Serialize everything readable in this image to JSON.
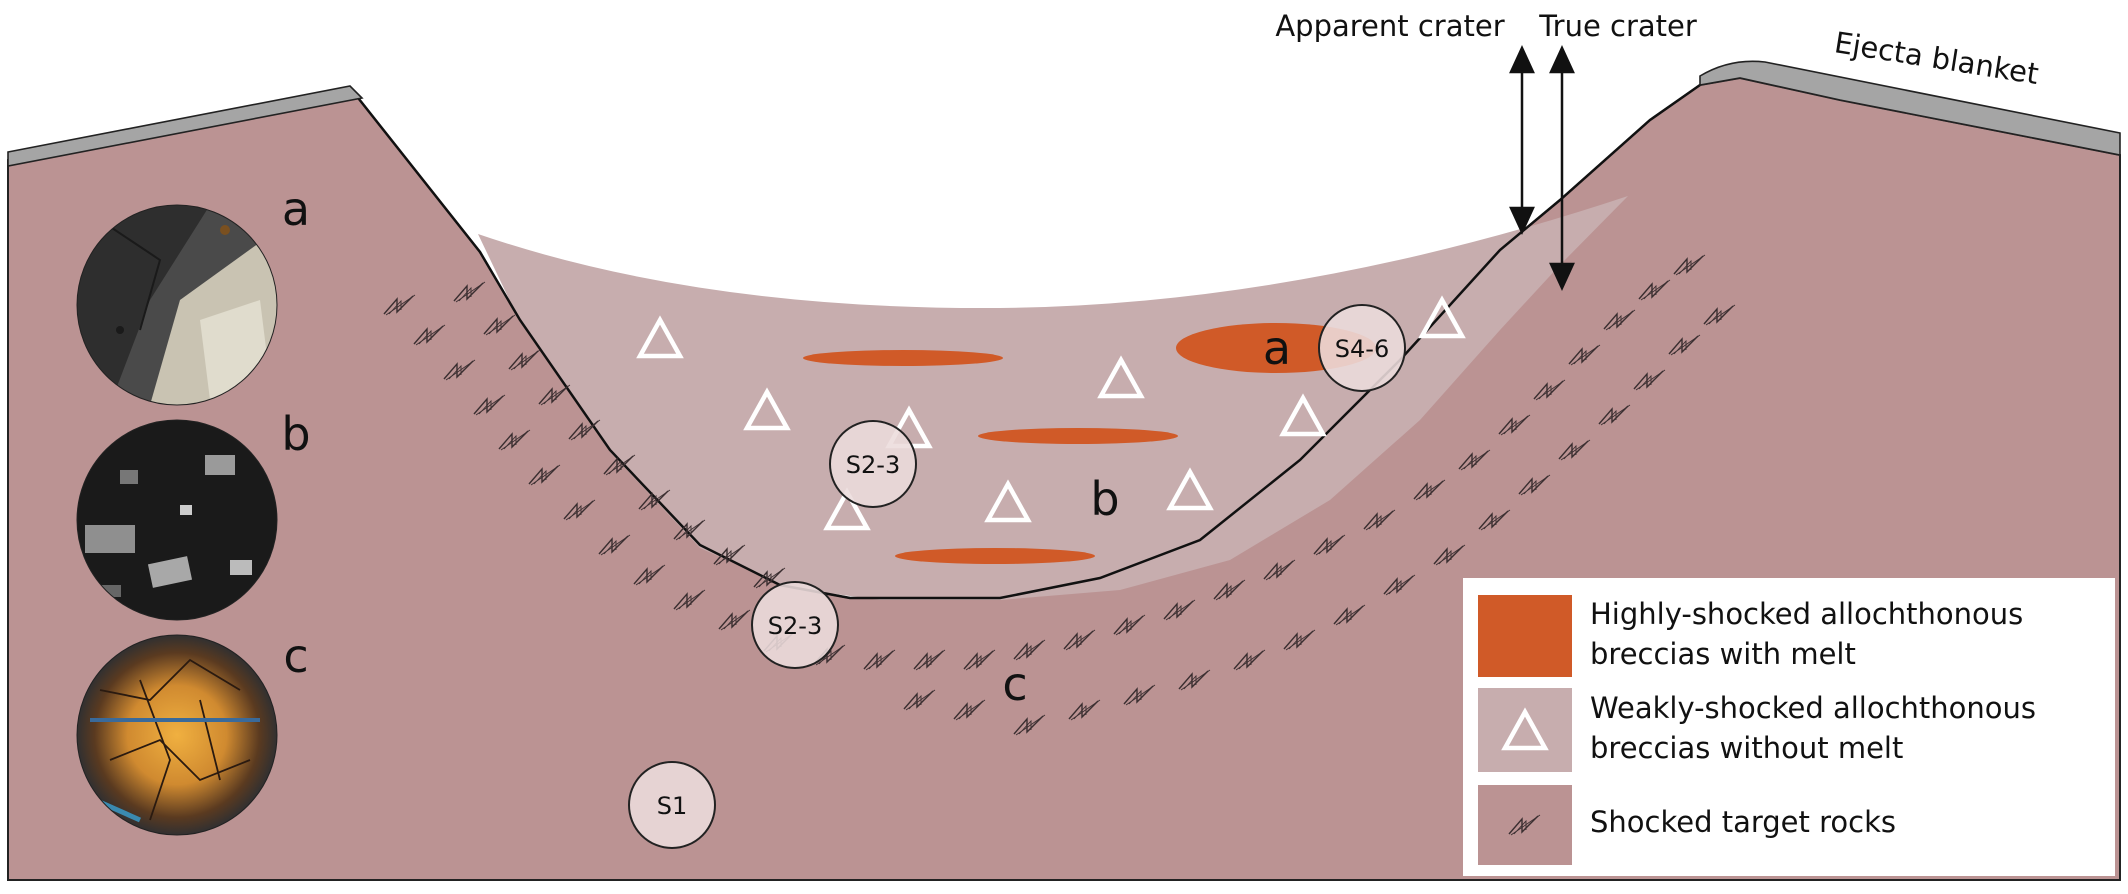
{
  "labels": {
    "apparent_crater": "Apparent crater",
    "true_crater": "True crater",
    "ejecta_blanket": "Ejecta blanket",
    "zone_a": "a",
    "zone_b": "b",
    "zone_c": "c",
    "micro_a": "a",
    "micro_b": "b",
    "micro_c": "c"
  },
  "samples": {
    "s4_6": "S4-6",
    "s2_3_upper": "S2-3",
    "s2_3_lower": "S2-3",
    "s1": "S1"
  },
  "legend": {
    "melt_line1": "Highly-shocked allochthonous",
    "melt_line2": "breccias with melt",
    "nomelt_line1": "Weakly-shocked allochthonous",
    "nomelt_line2": "breccias without melt",
    "target": "Shocked target rocks"
  },
  "colors": {
    "target_rock": "#bb9393",
    "breccia_fill": "#c7adae",
    "melt": "#d05a28",
    "ejecta": "#a5a5a5",
    "sample_marker": "#ecdcdc"
  },
  "icons": {
    "clast_marker": "triangle-outline",
    "shock_marker": "shock-lamellae-glyph"
  }
}
